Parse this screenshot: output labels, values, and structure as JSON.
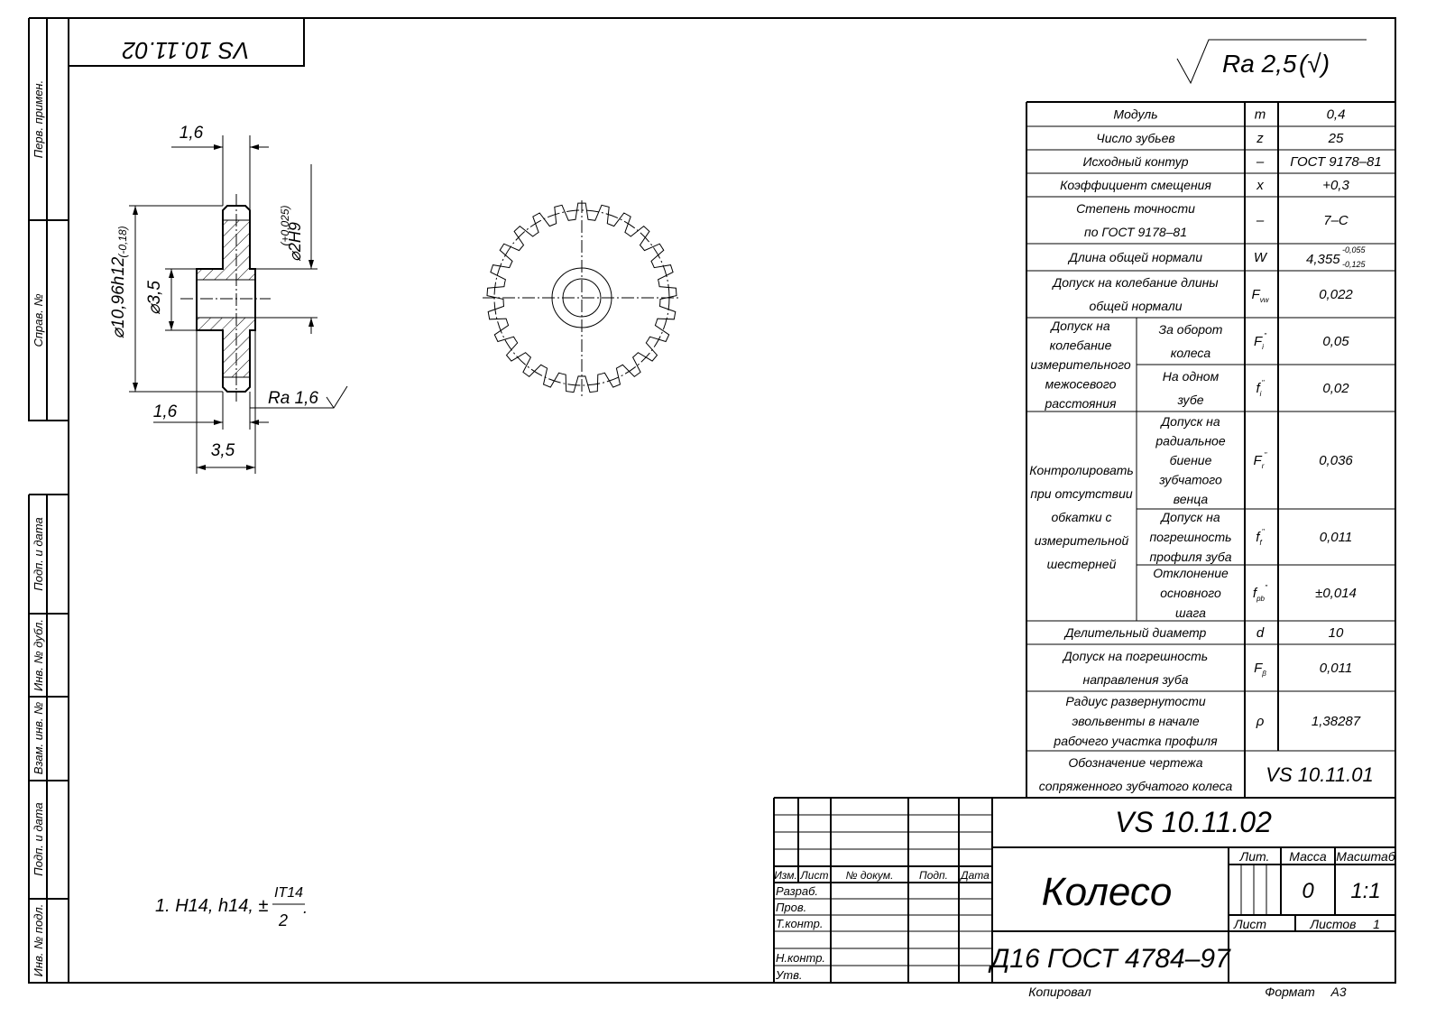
{
  "stamp_top": "VS 10.11.02",
  "side_labels": [
    "Перв. примен.",
    "Справ. №",
    "Подп. и дата",
    "Инв. № дубл.",
    "Взам. инв. №",
    "Подп. и дата",
    "Инв. № подл."
  ],
  "roughness": {
    "general": "Ra 2,5",
    "general_suffix": "(√)",
    "surface": "Ra 1,6"
  },
  "dims": {
    "rim_width_top": "1,6",
    "bore": "⌀2H9",
    "bore_tol": "(+0,025)",
    "outer": "⌀10,96h12",
    "outer_tol": "(-0,18)",
    "hub": "⌀3,5",
    "rim_width_bottom": "1,6",
    "hub_length": "3,5"
  },
  "note": {
    "text": "1. H14, h14, ±",
    "num": "IT14",
    "den": "2",
    "end": "."
  },
  "params": {
    "rows": [
      {
        "name": [
          "Модуль"
        ],
        "sym": "m",
        "value": "0,4"
      },
      {
        "name": [
          "Число зубьев"
        ],
        "sym": "z",
        "value": "25"
      },
      {
        "name": [
          "Исходный контур"
        ],
        "sym": "–",
        "value": "ГОСТ 9178–81"
      },
      {
        "name": [
          "Коэффициент смещения"
        ],
        "sym": "x",
        "value": "+0,3"
      },
      {
        "name": [
          "Степень точности",
          "по ГОСТ 9178–81"
        ],
        "sym": "–",
        "value": "7–C"
      },
      {
        "name": [
          "Длина общей нормали"
        ],
        "sym": "W",
        "value": "4,355",
        "value_sup": "-0,055",
        "value_sub": "-0,125"
      },
      {
        "name": [
          "Допуск на колебание длины",
          "общей нормали"
        ],
        "sym": "F",
        "sym_sub": "vw",
        "value": "0,022"
      },
      {
        "name": [
          "За оборот",
          "колеса"
        ],
        "sym": "F",
        "sym_sub": "i",
        "sym_sup": "''",
        "value": "0,05"
      },
      {
        "name": [
          "На одном",
          "зубе"
        ],
        "sym": "f",
        "sym_sub": "i",
        "sym_sup": "''",
        "value": "0,02"
      },
      {
        "name": [
          "Допуск на",
          "радиальное",
          "биение",
          "зубчатого",
          "венца"
        ],
        "sym": "F",
        "sym_sub": "r",
        "sym_sup": "''",
        "value": "0,036"
      },
      {
        "name": [
          "Допуск на",
          "погрешность",
          "профиля зуба"
        ],
        "sym": "f",
        "sym_sub": "f",
        "sym_sup": "''",
        "value": "0,011"
      },
      {
        "name": [
          "Отклонение",
          "основного",
          "шага"
        ],
        "sym": "f",
        "sym_sub": "pb",
        "sym_sup": "''",
        "value": "±0,014"
      },
      {
        "name": [
          "Делительный диаметр"
        ],
        "sym": "d",
        "value": "10"
      },
      {
        "name": [
          "Допуск на погрешность",
          "направления зуба"
        ],
        "sym": "F",
        "sym_sub": "β",
        "value": "0,011"
      },
      {
        "name": [
          "Радиус развернутости",
          "эвольвенты в начале",
          "рабочего участка профиля"
        ],
        "sym": "ρ",
        "value": "1,38287"
      },
      {
        "name": [
          "Обозначение чертежа",
          "сопряженного зубчатого колеса"
        ],
        "sym": "",
        "value": "VS 10.11.01"
      }
    ],
    "groups": [
      [
        "Допуск на",
        "колебание",
        "измерительного",
        "межосевого",
        "расстояния"
      ],
      [
        "Контролировать",
        "при отсутствии",
        "обкатки с",
        "измерительной",
        "шестерней"
      ]
    ]
  },
  "title_block": {
    "designation": "VS 10.11.02",
    "part_name": "Колесо",
    "material": "Д16  ГОСТ 4784–97",
    "headers": [
      "Изм.",
      "Лист",
      "№ докум.",
      "Подп.",
      "Дата"
    ],
    "roles": [
      "Разраб.",
      "Пров.",
      "Т.контр.",
      "Н.контр.",
      "Утв."
    ],
    "lit_label": "Лит.",
    "mass_label": "Масса",
    "scale_label": "Масштаб",
    "mass": "0",
    "scale": "1:1",
    "sheet_label": "Лист",
    "sheets_label": "Листов",
    "sheets": "1",
    "copied": "Копировал",
    "format_label": "Формат",
    "format": "A3"
  }
}
